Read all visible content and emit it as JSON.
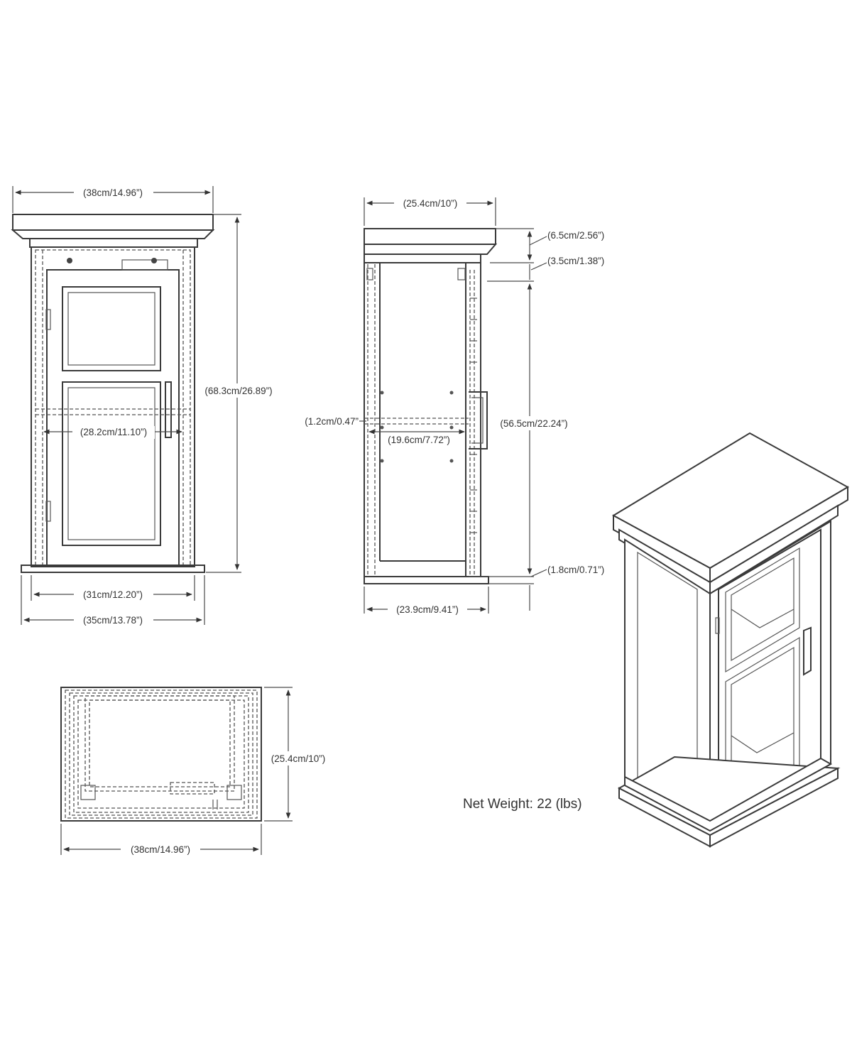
{
  "front_view": {
    "top_width": "(38cm/14.96”)",
    "height": "(68.3cm/26.89”)",
    "inner_width": "(28.2cm/11.10”)",
    "door_width": "(31cm/12.20”)",
    "base_width": "(35cm/13.78”)"
  },
  "side_view": {
    "top_depth": "(25.4cm/10”)",
    "crown_height": "(6.5cm/2.56”)",
    "cap_height": "(3.5cm/1.38”)",
    "interior_height": "(56.5cm/22.24”)",
    "base_height": "(1.8cm/0.71”)",
    "shelf_thickness": "(1.2cm/0.47”",
    "shelf_depth": "(19.6cm/7.72”)",
    "base_depth": "(23.9cm/9.41”)"
  },
  "top_view": {
    "depth": "(25.4cm/10”)",
    "width": "(38cm/14.96”)"
  },
  "net_weight": "Net Weight: 22 (lbs)"
}
